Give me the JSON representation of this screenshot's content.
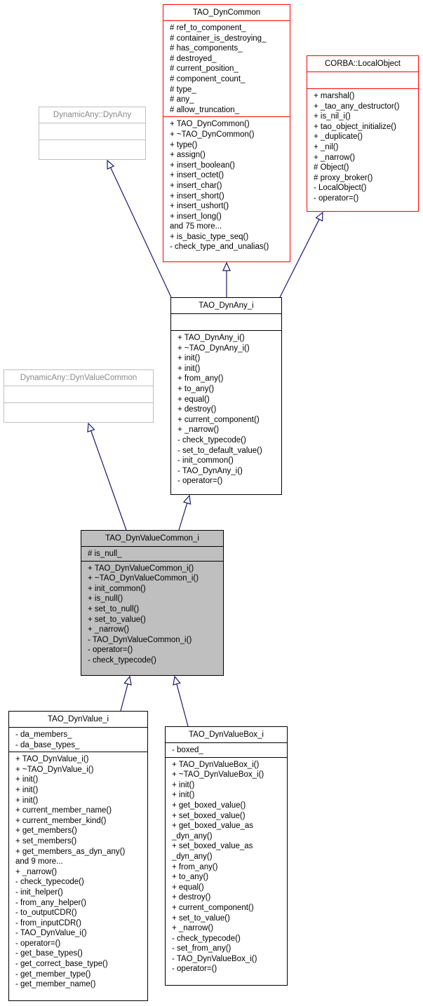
{
  "diagram": {
    "classes": {
      "dynany": {
        "name": "DynamicAny::DynAny",
        "attributes": [],
        "operations": []
      },
      "dyncommon": {
        "name": "TAO_DynCommon",
        "attributes": [
          "# ref_to_component_",
          "# container_is_destroying_",
          "# has_components_",
          "# destroyed_",
          "# current_position_",
          "# component_count_",
          "# type_",
          "# any_",
          "# allow_truncation_"
        ],
        "operations": [
          "+ TAO_DynCommon()",
          "+ ~TAO_DynCommon()",
          "+ type()",
          "+ assign()",
          "+ insert_boolean()",
          "+ insert_octet()",
          "+ insert_char()",
          "+ insert_short()",
          "+ insert_ushort()",
          "+ insert_long()",
          "and 75 more...",
          "+ is_basic_type_seq()",
          "- check_type_and_unalias()"
        ]
      },
      "localobject": {
        "name": "CORBA::LocalObject",
        "attributes": [],
        "operations": [
          "+ marshal()",
          "+ _tao_any_destructor()",
          "+ is_nil_i()",
          "+ tao_object_initialize()",
          "+ _duplicate()",
          "+ _nil()",
          "+ _narrow()",
          "# Object()",
          "# proxy_broker()",
          "- LocalObject()",
          "- operator=()"
        ]
      },
      "dynany_i": {
        "name": "TAO_DynAny_i",
        "attributes": [],
        "operations": [
          "+ TAO_DynAny_i()",
          "+ ~TAO_DynAny_i()",
          "+ init()",
          "+ init()",
          "+ from_any()",
          "+ to_any()",
          "+ equal()",
          "+ destroy()",
          "+ current_component()",
          "+ _narrow()",
          "- check_typecode()",
          "- set_to_default_value()",
          "- init_common()",
          "- TAO_DynAny_i()",
          "- operator=()"
        ]
      },
      "dynvaluecommon": {
        "name": "DynamicAny::DynValueCommon",
        "attributes": [],
        "operations": []
      },
      "dynvaluecommon_i": {
        "name": "TAO_DynValueCommon_i",
        "attributes": [
          "# is_null_"
        ],
        "operations": [
          "+ TAO_DynValueCommon_i()",
          "+ ~TAO_DynValueCommon_i()",
          "+ init_common()",
          "+ is_null()",
          "+ set_to_null()",
          "+ set_to_value()",
          "+ _narrow()",
          "- TAO_DynValueCommon_i()",
          "- operator=()",
          "- check_typecode()"
        ]
      },
      "dynvalue_i": {
        "name": "TAO_DynValue_i",
        "attributes": [
          "- da_members_",
          "- da_base_types_"
        ],
        "operations": [
          "+ TAO_DynValue_i()",
          "+ ~TAO_DynValue_i()",
          "+ init()",
          "+ init()",
          "+ init()",
          "+ current_member_name()",
          "+ current_member_kind()",
          "+ get_members()",
          "+ set_members()",
          "+ get_members_as_dyn_any()",
          "and 9 more...",
          "+ _narrow()",
          "- check_typecode()",
          "- init_helper()",
          "- from_any_helper()",
          "- to_outputCDR()",
          "- from_inputCDR()",
          "- TAO_DynValue_i()",
          "- operator=()",
          "- get_base_types()",
          "- get_correct_base_type()",
          "- get_member_type()",
          "- get_member_name()"
        ]
      },
      "dynvaluebox_i": {
        "name": "TAO_DynValueBox_i",
        "attributes": [
          "- boxed_"
        ],
        "operations": [
          "+ TAO_DynValueBox_i()",
          "+ ~TAO_DynValueBox_i()",
          "+ init()",
          "+ init()",
          "+ get_boxed_value()",
          "+ set_boxed_value()",
          "+ get_boxed_value_as",
          "_dyn_any()",
          "+ set_boxed_value_as",
          "_dyn_any()",
          "+ from_any()",
          "+ to_any()",
          "+ equal()",
          "+ destroy()",
          "+ current_component()",
          "+ set_to_value()",
          "+ _narrow()",
          "- check_typecode()",
          "- set_from_any()",
          "- TAO_DynValueBox_i()",
          "- operator=()"
        ]
      }
    },
    "colors": {
      "edge": "#191970",
      "focus_fill": "#bfbfbf",
      "external_border": "#bfbfbf",
      "external_text": "#8a8a8a",
      "protected_border": "#ff0000"
    }
  }
}
